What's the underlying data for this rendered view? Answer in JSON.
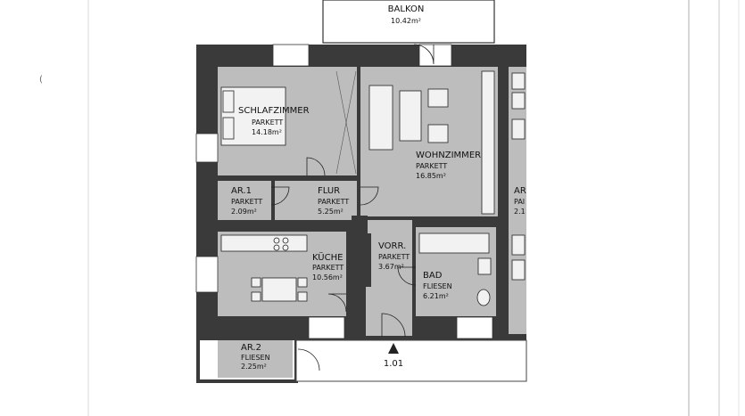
{
  "rooms": {
    "balkon": {
      "name": "BALKON",
      "area": "10.42m²"
    },
    "schlafzimmer": {
      "name": "SCHLAFZIMMER",
      "floor": "PARKETT",
      "area": "14.18m²"
    },
    "wohnzimmer": {
      "name": "WOHNZIMMER",
      "floor": "PARKETT",
      "area": "16.85m²"
    },
    "ar1": {
      "name": "AR.1",
      "floor": "PARKETT",
      "area": "2.09m²"
    },
    "flur": {
      "name": "FLUR",
      "floor": "PARKETT",
      "area": "5.25m²"
    },
    "kueche": {
      "name": "KÜCHE",
      "floor": "PARKETT",
      "area": "10.56m²"
    },
    "vorr": {
      "name": "VORR.",
      "floor": "PARKETT",
      "area": "3.67m²"
    },
    "bad": {
      "name": "BAD",
      "floor": "FLIESEN",
      "area": "6.21m²"
    },
    "ar2": {
      "name": "AR.2",
      "floor": "FLIESEN",
      "area": "2.25m²"
    },
    "neighbor_ar": {
      "name": "AR",
      "floor": "PAI",
      "area": "2.1"
    }
  },
  "entrance": {
    "label": "1.01"
  }
}
